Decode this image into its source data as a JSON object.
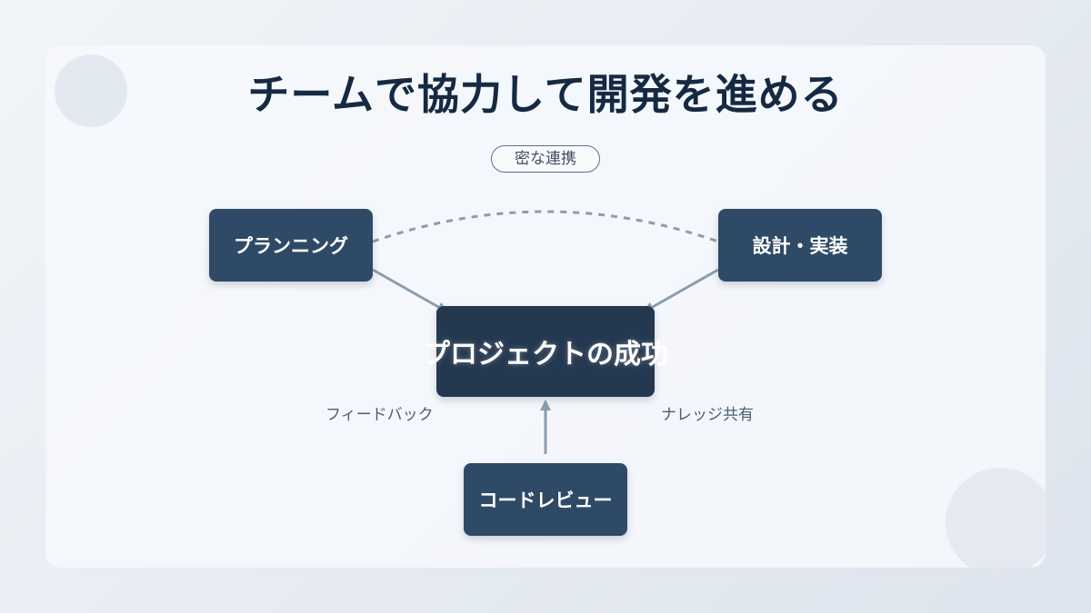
{
  "title": "チームで協力して開発を進める",
  "top_link_label": "密な連携",
  "nodes": {
    "center": "プロジェクトの成功",
    "planning": "プランニング",
    "design": "設計・実装",
    "review": "コードレビュー"
  },
  "edge_labels": {
    "feedback": "フィードバック",
    "knowledge": "ナレッジ共有"
  },
  "colors": {
    "node": "#2f4a66",
    "center_node": "#24384f",
    "connector": "#8a9db0",
    "title": "#152a42"
  }
}
